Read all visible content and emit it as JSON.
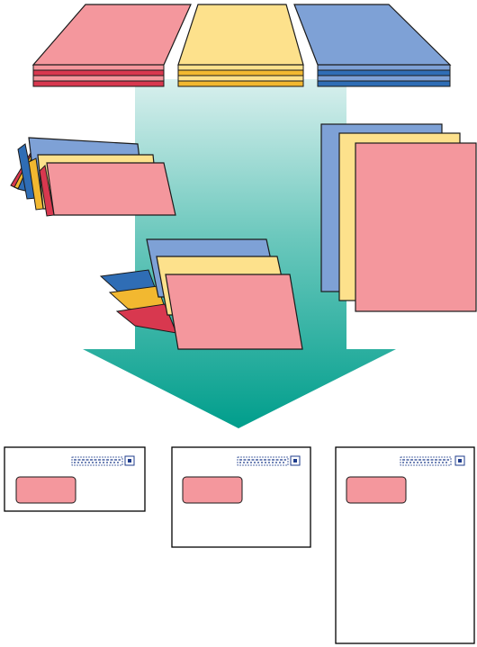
{
  "diagram": {
    "colors": {
      "pink": "#f4979d",
      "pink_dark": "#d8384f",
      "yellow": "#fde18c",
      "yellow_dark": "#f2b830",
      "blue": "#7ea1d6",
      "blue_dark": "#2f6db5",
      "outline": "#1a1a1a",
      "arrow_top": "#d9f0ee",
      "arrow_bottom": "#009e8c",
      "envelope_border": "#000000",
      "logo_blue": "#1f3c8c"
    },
    "stacks": [
      {
        "name": "pink-paper-stack",
        "color": "pink"
      },
      {
        "name": "yellow-paper-stack",
        "color": "yellow"
      },
      {
        "name": "blue-paper-stack",
        "color": "blue"
      }
    ],
    "folding_styles": [
      {
        "name": "c-fold-set",
        "icon": "c-fold-icon"
      },
      {
        "name": "z-fold-set",
        "icon": "z-fold-icon"
      },
      {
        "name": "flat-set",
        "icon": "flat-sheets-icon"
      }
    ],
    "envelopes": [
      {
        "name": "small-envelope",
        "size": "small"
      },
      {
        "name": "medium-envelope",
        "size": "medium"
      },
      {
        "name": "large-envelope",
        "size": "large"
      }
    ]
  }
}
